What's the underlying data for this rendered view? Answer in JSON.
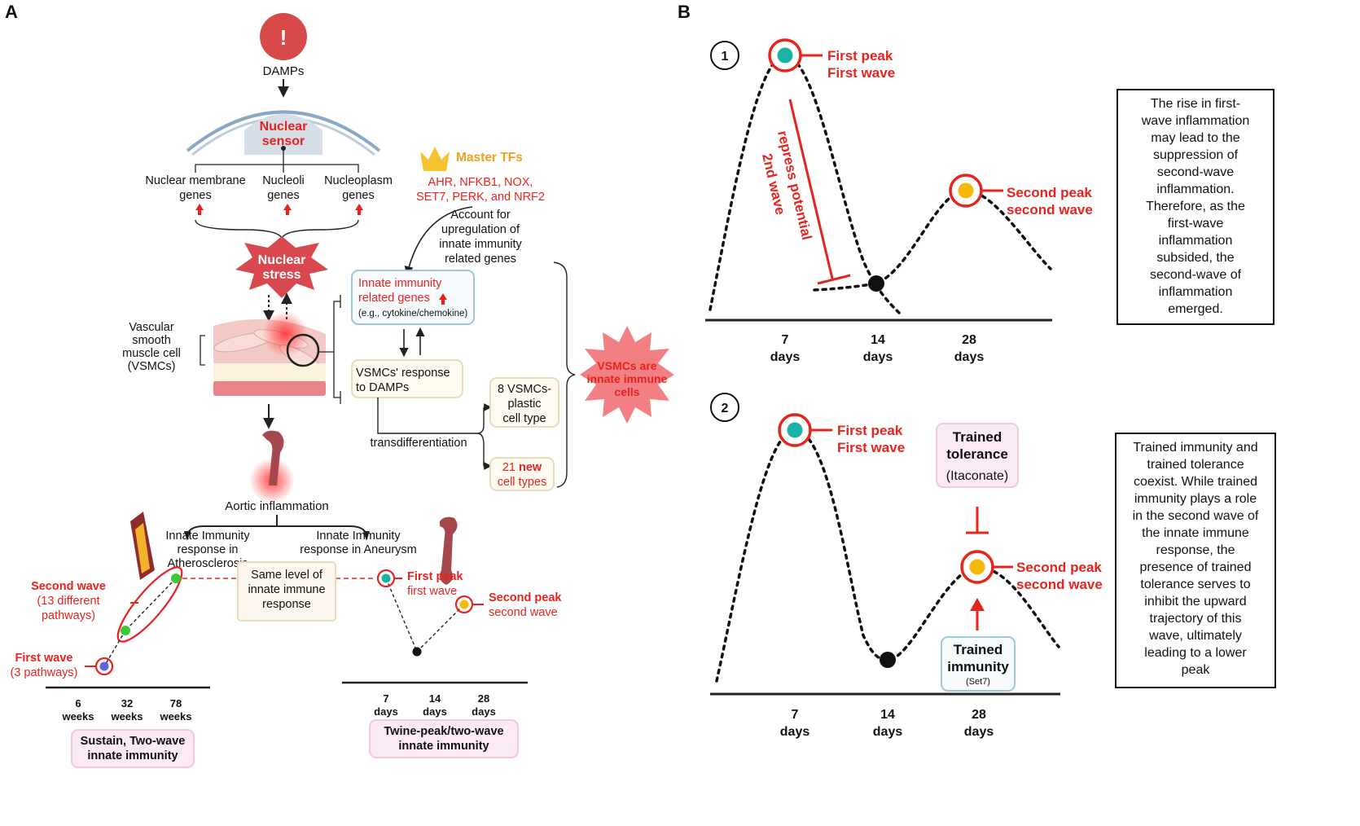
{
  "panel_a": {
    "label": "A",
    "damps": "DAMPs",
    "alert_symbol": "!",
    "nuclear_sensor": [
      "Nuclear",
      "sensor"
    ],
    "membrane_genes": [
      "Nuclear membrane",
      "genes"
    ],
    "nucleoli_genes": [
      "Nucleoli",
      "genes"
    ],
    "nucleoplasm_genes": [
      "Nucleoplasm",
      "genes"
    ],
    "nuclear_stress": [
      "Nuclear",
      "stress"
    ],
    "master_tfs": "Master TFs",
    "tf_list": [
      "AHR, NFKB1, NOX,",
      "SET7, PERK, and NRF2"
    ],
    "account_text": [
      "Account for",
      "upregulation of",
      "innate immunity",
      "related genes"
    ],
    "innate_genes_box": [
      "Innate immunity",
      "related genes"
    ],
    "innate_genes_eg": "(e.g., cytokine/chemokine)",
    "vsmc_label": [
      "Vascular",
      "smooth",
      "muscle cell",
      "(VSMCs)"
    ],
    "vsmc_response": [
      "VSMCs' response",
      "to DAMPs"
    ],
    "plastic_box": [
      "8 VSMCs-",
      "plastic",
      "cell type"
    ],
    "new_types_prefix": "21",
    "new_types_word": "new",
    "new_types_line2": "cell types",
    "transdiff": "transdifferentiation",
    "vsmc_immune": [
      "VSMCs are",
      "innate immune",
      "cells"
    ],
    "aortic_inflammation": "Aortic inflammation",
    "athero_label": [
      "Innate Immunity",
      "response in",
      "Atherosclerosis"
    ],
    "aneurysm_label": [
      "Innate Immunity",
      "response in Aneurysm"
    ],
    "same_level": [
      "Same level of",
      "innate immune",
      "response"
    ],
    "second_wave_title": "Second wave",
    "second_wave_sub": [
      "(13 different",
      "pathways)"
    ],
    "first_wave_title": "First wave",
    "first_wave_sub": "(3 pathways)",
    "first_peak": "First peak",
    "first_wave_lower": "first wave",
    "second_peak": "Second peak",
    "second_wave_lower": "second wave",
    "athero_ticks": [
      [
        "6",
        "weeks"
      ],
      [
        "32",
        "weeks"
      ],
      [
        "78",
        "weeks"
      ]
    ],
    "aneurysm_ticks": [
      [
        "7",
        "days"
      ],
      [
        "14",
        "days"
      ],
      [
        "28",
        "days"
      ]
    ],
    "sustain_box": [
      "Sustain, Two-wave",
      "innate immunity"
    ],
    "twine_box": [
      "Twine-peak/two-wave",
      "innate immunity"
    ]
  },
  "panel_b": {
    "label": "B",
    "plot1": {
      "number": "1",
      "first_peak": [
        "First peak",
        "First wave"
      ],
      "second_peak": [
        "Second peak",
        "second wave"
      ],
      "repress": [
        "repress potential",
        "2nd wave"
      ],
      "ticks": [
        [
          "7",
          "days"
        ],
        [
          "14",
          "days"
        ],
        [
          "28",
          "days"
        ]
      ]
    },
    "note1": [
      "The rise in first-",
      "wave inflammation",
      "may lead to the",
      "suppression of",
      "second-wave",
      "inflammation.",
      "Therefore, as the",
      "first-wave",
      "inflammation",
      "subsided, the",
      "second-wave of",
      "inflammation",
      "emerged."
    ],
    "plot2": {
      "number": "2",
      "first_peak": [
        "First peak",
        "First wave"
      ],
      "second_peak": [
        "Second peak",
        "second wave"
      ],
      "trained_tolerance": [
        "Trained",
        "tolerance"
      ],
      "itaconate": "(Itaconate)",
      "trained_immunity": [
        "Trained",
        "immunity"
      ],
      "set7": "(Set7)",
      "ticks": [
        [
          "7",
          "days"
        ],
        [
          "14",
          "days"
        ],
        [
          "28",
          "days"
        ]
      ]
    },
    "note2": [
      "Trained immunity and",
      "trained tolerance",
      "coexist. While trained",
      "immunity plays a role",
      "in the second wave of",
      "the innate immune",
      "response, the",
      "presence of trained",
      "tolerance serves to",
      "inhibit the upward",
      "trajectory of this",
      "wave, ultimately",
      "leading to a lower",
      "peak"
    ]
  },
  "colors": {
    "red": "#e8231d",
    "orange": "#f0a11a",
    "teal": "#1ab3a6",
    "gold": "#f5b90c",
    "green": "#39c93a",
    "purple": "#6a5fd9",
    "blue_box": "#9dc8dc",
    "tan_box": "#e8dcb8",
    "pink_box": "#f2c8de",
    "burst": "#f27f83",
    "stress": "#d9484f",
    "sensor": "#d6dee8"
  }
}
